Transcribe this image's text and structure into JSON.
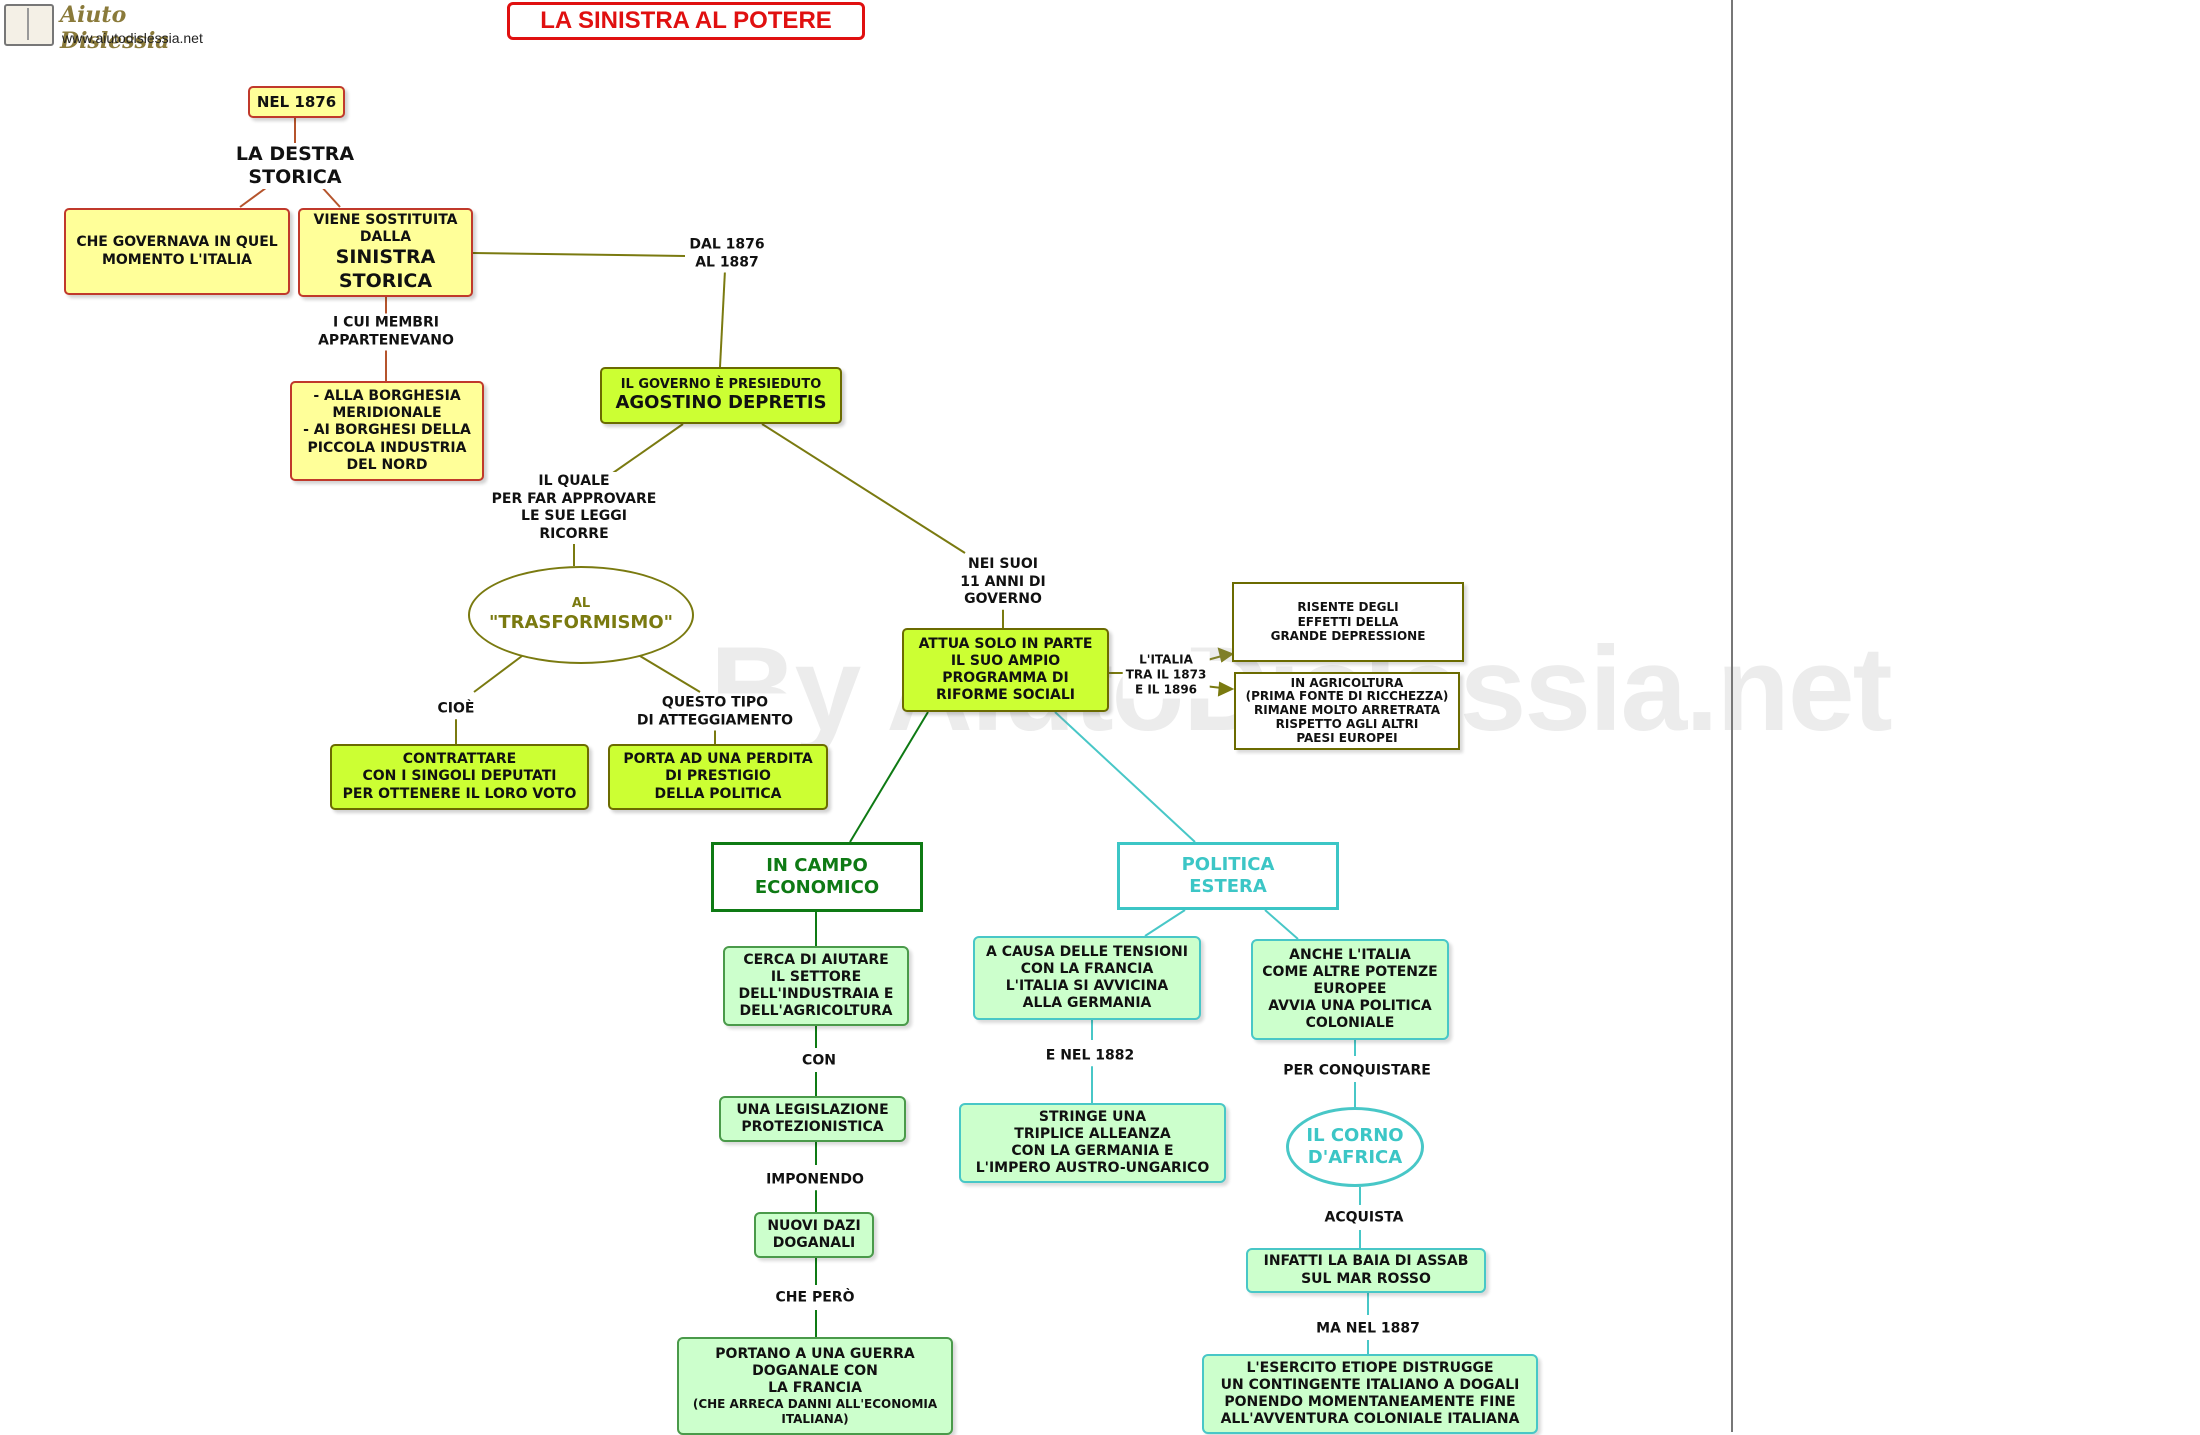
{
  "header": {
    "logo_name": "Aiuto Dislessia",
    "logo_url": "www.aiutodislessia.net",
    "title": "LA SINISTRA AL POTERE",
    "watermark": "By AiutoDislessia.net"
  },
  "nodes": {
    "nel1876": "NEL 1876",
    "destra": "LA DESTRA\nSTORICA",
    "governava": "CHE GOVERNAVA IN QUEL\nMOMENTO L'ITALIA",
    "sostituita_small": "VIENE SOSTITUITA\nDALLA",
    "sostituita_big": "SINISTRA\nSTORICA",
    "borghesia": "- ALLA BORGHESIA\nMERIDIONALE\n- AI BORGHESI DELLA\nPICCOLA INDUSTRIA\nDEL NORD",
    "governo_small": "IL GOVERNO È PRESIEDUTO",
    "governo_big": "AGOSTINO DEPRETIS",
    "trasf_small": "AL",
    "trasf_big": "\"TRASFORMISMO\"",
    "contrattare": "CONTRATTARE\nCON I SINGOLI DEPUTATI\nPER OTTENERE IL LORO VOTO",
    "perdita": "PORTA AD  UNA PERDITA\nDI PRESTIGIO\nDELLA POLITICA",
    "attua": "ATTUA SOLO IN PARTE\nIL SUO AMPIO\nPROGRAMMA DI\nRIFORME SOCIALI",
    "risente": "RISENTE DEGLI\nEFFETTI DELLA\nGRANDE DEPRESSIONE",
    "agricoltura": "IN AGRICOLTURA\n(PRIMA FONTE DI RICCHEZZA)\nRIMANE MOLTO ARRETRATA\nRISPETTO AGLI ALTRI\nPAESI EUROPEI",
    "campo": "IN CAMPO\nECONOMICO",
    "politica": "POLITICA\nESTERA",
    "cerca": "CERCA DI AIUTARE\nIL SETTORE\nDELL'INDUSTRAIA E\nDELL'AGRICOLTURA",
    "legislazione": "UNA LEGISLAZIONE\nPROTEZIONISTICA",
    "dazi": "NUOVI DAZI\nDOGANALI",
    "guerra_main": "PORTANO A UNA GUERRA\nDOGANALE CON\nLA FRANCIA",
    "guerra_sub": "(CHE ARRECA DANNI ALL'ECONOMIA\nITALIANA)",
    "tensioni": "A CAUSA DELLE TENSIONI\nCON LA FRANCIA\nL'ITALIA SI AVVICINA\nALLA GERMANIA",
    "triplice": "STRINGE UNA\nTRIPLICE ALLEANZA\nCON LA GERMANIA E\nL'IMPERO  AUSTRO-UNGARICO",
    "anche": "ANCHE L'ITALIA\nCOME ALTRE POTENZE\nEUROPEE\nAVVIA UNA POLITICA\nCOLONIALE",
    "corno": "IL CORNO\nD'AFRICA",
    "assab": "INFATTI LA BAIA DI ASSAB\nSUL MAR ROSSO",
    "esercito": "L'ESERCITO ETIOPE DISTRUGGE\nUN CONTINGENTE ITALIANO A DOGALI\nPONENDO MOMENTANEAMENTE FINE\nALL'AVVENTURA COLONIALE ITALIANA"
  },
  "labels": {
    "dal1876": "DAL 1876\nAL 1887",
    "membri": "I CUI MEMBRI\nAPPARTENEVANO",
    "quale": "IL QUALE\nPER FAR APPROVARE\nLE SUE LEGGI\nRICORRE",
    "nei": "NEI SUOI\n11 ANNI DI\nGOVERNO",
    "cioe": "CIOÈ",
    "questo": "QUESTO TIPO\nDI ATTEGGIAMENTO",
    "italia1873": "L'ITALIA\nTRA IL 1873\nE IL 1896",
    "con": "CON",
    "imponendo": "IMPONENDO",
    "chepero": "CHE PERÒ",
    "nel1882": "E NEL 1882",
    "conquistare": "PER CONQUISTARE",
    "acquista": "ACQUISTA",
    "ma1887": "MA NEL 1887"
  },
  "colors": {
    "title": "#e01010",
    "economic": "#0e7a14",
    "foreign": "#3cc6c6",
    "olive": "#6b6b00",
    "brown": "#a0522d"
  }
}
